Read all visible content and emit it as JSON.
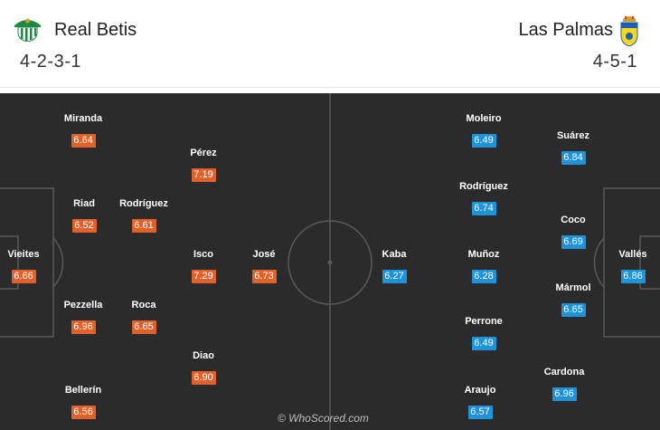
{
  "home": {
    "name": "Real Betis",
    "formation": "4-2-3-1",
    "crest": "real-betis-crest",
    "color": "#e0622a",
    "players": [
      {
        "name": "Miranda",
        "rating": "6.64"
      },
      {
        "name": "Pérez",
        "rating": "7.19"
      },
      {
        "name": "Riad",
        "rating": "6.52"
      },
      {
        "name": "Rodríguez",
        "rating": "6.61"
      },
      {
        "name": "Vieites",
        "rating": "6.66"
      },
      {
        "name": "Isco",
        "rating": "7.29"
      },
      {
        "name": "José",
        "rating": "6.73"
      },
      {
        "name": "Pezzella",
        "rating": "6.96"
      },
      {
        "name": "Roca",
        "rating": "6.65"
      },
      {
        "name": "Diao",
        "rating": "6.90"
      },
      {
        "name": "Bellerín",
        "rating": "6.56"
      }
    ]
  },
  "away": {
    "name": "Las Palmas",
    "formation": "4-5-1",
    "crest": "las-palmas-crest",
    "color": "#1e93d8",
    "players": [
      {
        "name": "Moleiro",
        "rating": "6.49"
      },
      {
        "name": "Suárez",
        "rating": "6.84"
      },
      {
        "name": "Rodríguez",
        "rating": "6.74"
      },
      {
        "name": "Coco",
        "rating": "6.69"
      },
      {
        "name": "Kaba",
        "rating": "6.27"
      },
      {
        "name": "Muñoz",
        "rating": "6.28"
      },
      {
        "name": "Vallés",
        "rating": "6.86"
      },
      {
        "name": "Mármol",
        "rating": "6.65"
      },
      {
        "name": "Perrone",
        "rating": "6.49"
      },
      {
        "name": "Cardona",
        "rating": "6.96"
      },
      {
        "name": "Araujo",
        "rating": "6.57"
      }
    ]
  },
  "watermark": "© WhoScored.com"
}
